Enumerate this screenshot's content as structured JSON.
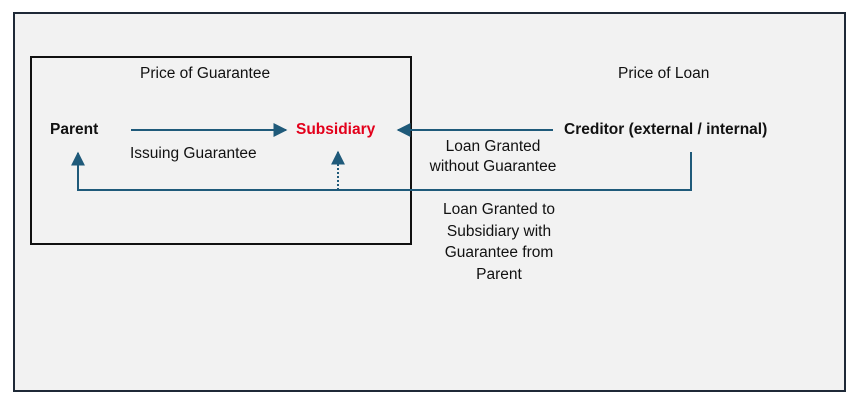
{
  "diagram": {
    "price_of_guarantee": "Price of Guarantee",
    "price_of_loan": "Price of Loan",
    "parent": "Parent",
    "subsidiary": "Subsidiary",
    "creditor": "Creditor (external / internal)",
    "issuing_guarantee": "Issuing Guarantee",
    "loan_without_guarantee_line1": "Loan Granted",
    "loan_without_guarantee_line2": "without Guarantee",
    "loan_with_guarantee_lines": [
      "Loan Granted to",
      "Subsidiary with",
      "Guarantee from",
      "Parent"
    ]
  },
  "colors": {
    "arrow": "#1f5a7a",
    "subsidiary_text": "#e3001b",
    "frame_bg": "#f2f2f2"
  }
}
